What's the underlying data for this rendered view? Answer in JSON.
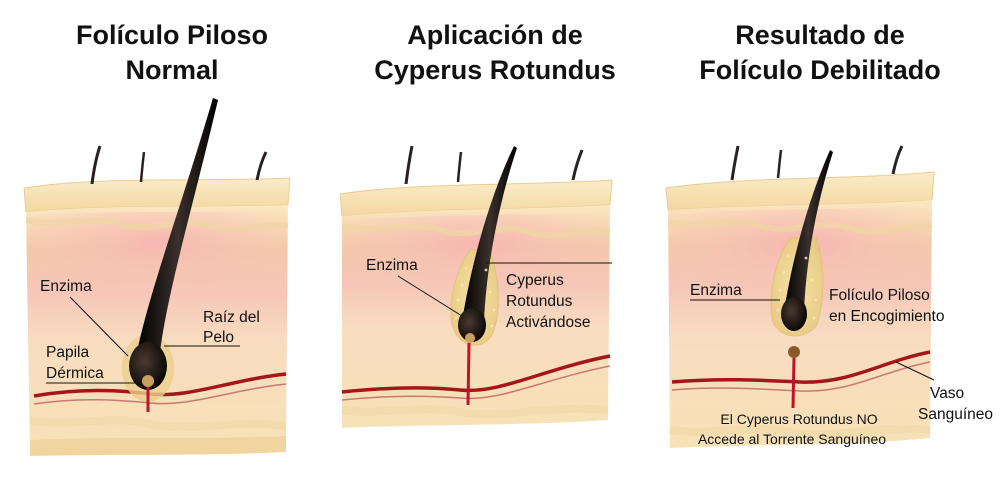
{
  "panels": [
    {
      "title_line1": "Folículo Piloso",
      "title_line2": "Normal",
      "labels": {
        "enzyme": "Enzima",
        "root_line1": "Raíz del",
        "root_line2": "Pelo",
        "papilla_line1": "Papila",
        "papilla_line2": "Dérmica"
      }
    },
    {
      "title_line1": "Aplicación de",
      "title_line2": "Cyperus Rotundus",
      "labels": {
        "enzyme": "Enzima",
        "cyperus_line1": "Cyperus",
        "cyperus_line2": "Rotundus",
        "cyperus_line3": "Activándose"
      }
    },
    {
      "title_line1": "Resultado de",
      "title_line2": "Folículo Debilitado",
      "labels": {
        "enzyme": "Enzima",
        "follicle_line1": "Folículo Piloso",
        "follicle_line2": "en Encogimiento",
        "vessel_line1": "Vaso",
        "vessel_line2": "Sanguíneo",
        "note_line1": "El Cyperus Rotundus NO",
        "note_line2": "Accede al Torrente Sanguíneo"
      }
    }
  ],
  "colors": {
    "skin": "#f6dfb0",
    "dermis_pink": "#f5b7b0",
    "hair": "#1a1412",
    "blood_vessel": "#a4161a",
    "granules": "#e8cf8a"
  }
}
